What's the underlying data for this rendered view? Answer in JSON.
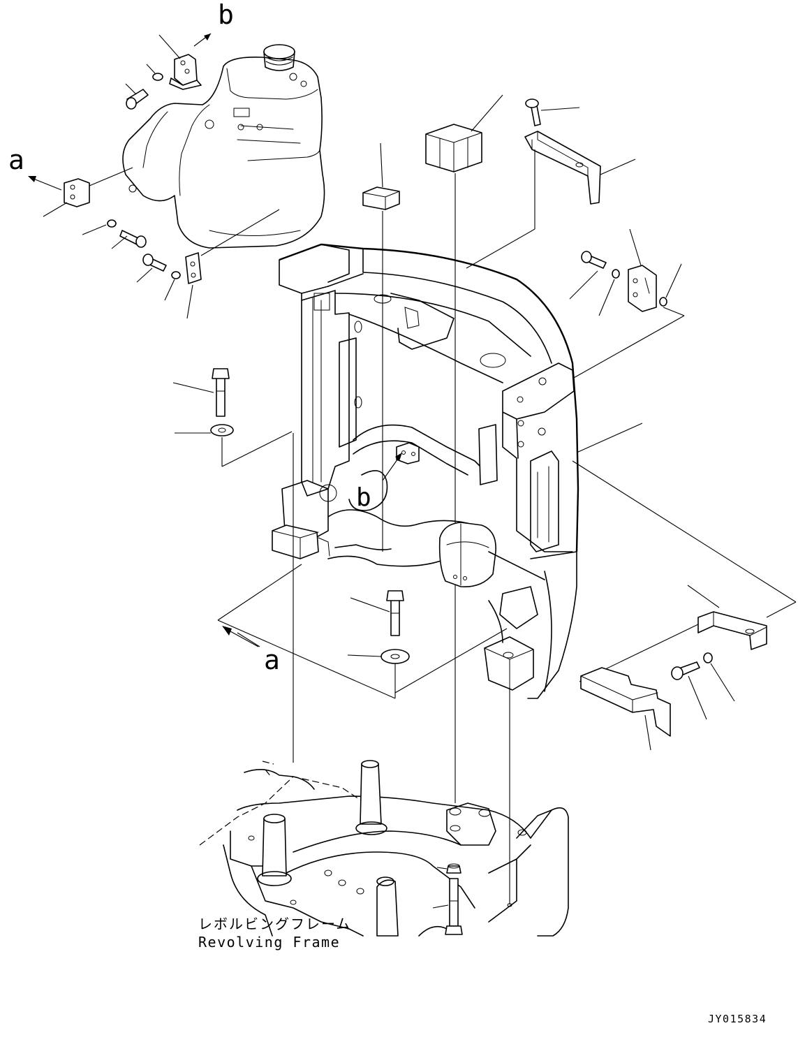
{
  "callouts": {
    "a": "a",
    "b": "b"
  },
  "frame_label": {
    "jp": "レボルビングフレーム",
    "en": "Revolving Frame"
  },
  "drawing_number": "JY015834"
}
